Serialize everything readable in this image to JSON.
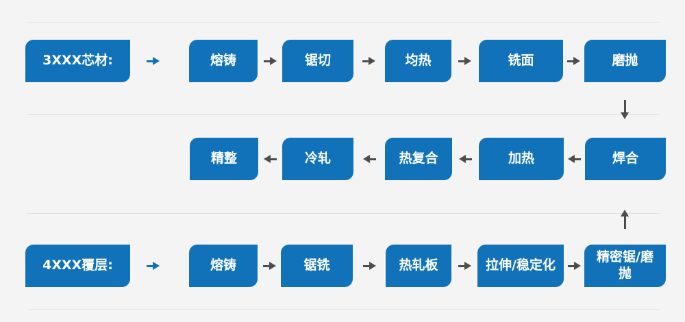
{
  "colors": {
    "background": "#f4f4f5",
    "box_fill": "#1172b9",
    "box_text": "#ffffff",
    "arrow_primary_blue": "#1172b9",
    "arrow_neutral_gray": "#4d4d4d",
    "divider_line": "#dedede"
  },
  "icons": {
    "arrow_right": "▶",
    "arrow_left": "◀",
    "arrow_down": "▼",
    "arrow_up": "▲"
  },
  "flowchart": {
    "rows": [
      {
        "label": "3XXX芯材:",
        "direction": "left-to-right",
        "steps": [
          "熔铸",
          "锯切",
          "均热",
          "铣面",
          "磨抛"
        ]
      },
      {
        "label": "",
        "direction": "right-to-left",
        "steps": [
          "精整",
          "冷轧",
          "热复合",
          "加热",
          "焊合"
        ]
      },
      {
        "label": "4XXX覆层:",
        "direction": "left-to-right",
        "steps": [
          "熔铸",
          "锯铣",
          "热轧板",
          "拉伸/稳定化",
          "精密锯/磨抛"
        ]
      }
    ],
    "connectors": [
      {
        "from": "磨抛",
        "to": "焊合",
        "type": "arrow-down"
      },
      {
        "from": "精密锯/磨抛",
        "to": "焊合",
        "type": "arrow-up"
      }
    ]
  }
}
